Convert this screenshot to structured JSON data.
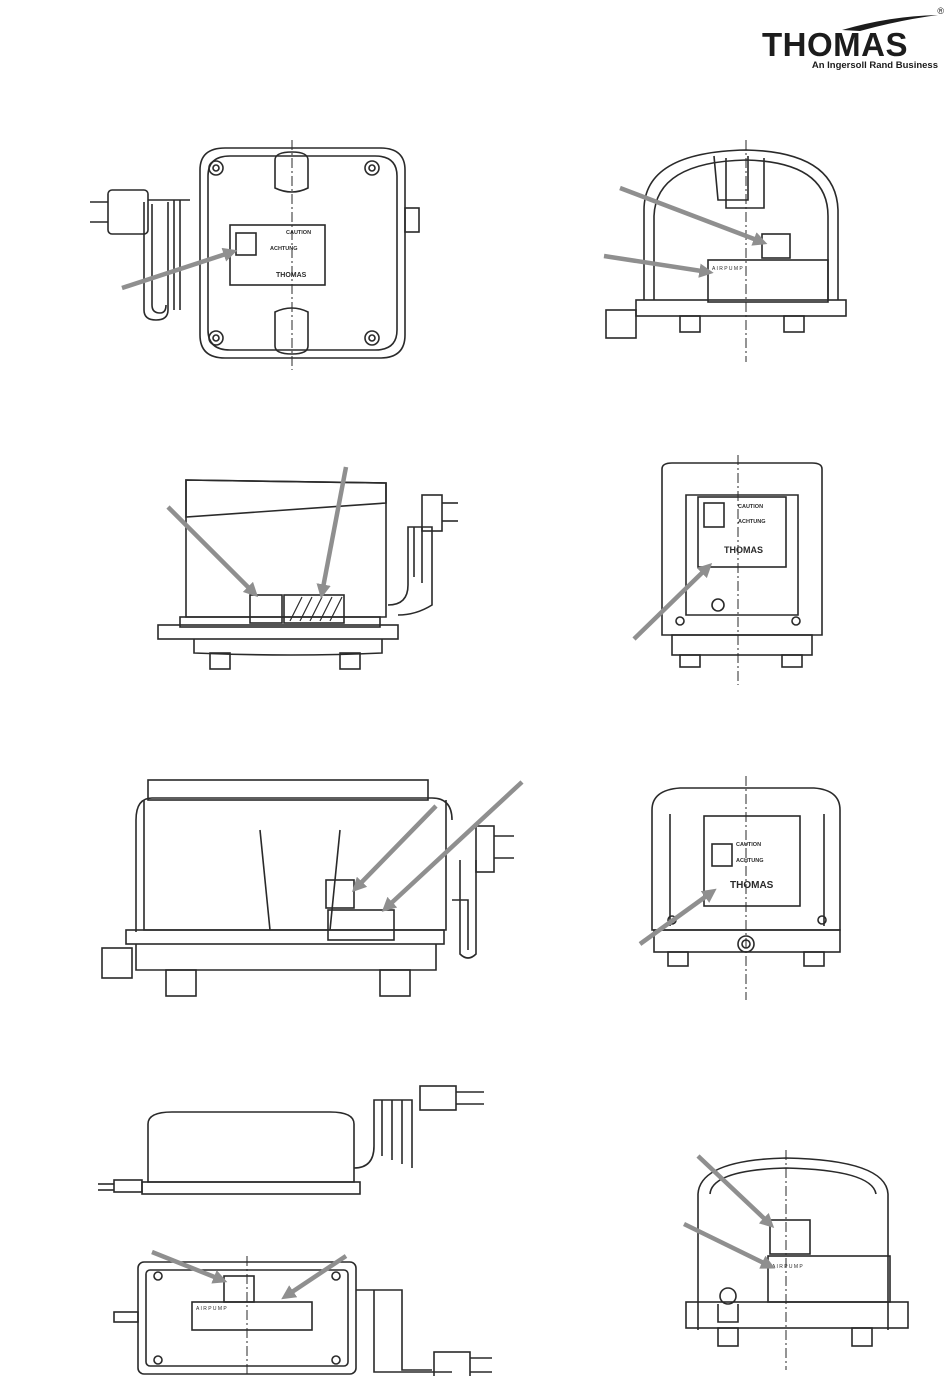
{
  "brand": {
    "name": "THOMAS",
    "tagline": "An Ingersoll Rand Business",
    "registered_mark": "®"
  },
  "label_text": {
    "caution": "CAUTION",
    "achtung": "ACHTUNG",
    "brand": "THOMAS",
    "air_pump_short": "A I R P U M P"
  },
  "figures": [
    {
      "id": "fig-1",
      "subject": "pump-top-view-with-plug"
    },
    {
      "id": "fig-2",
      "subject": "pump-side-view-rating-plate"
    },
    {
      "id": "fig-3",
      "subject": "pump-side-view-weee-label"
    },
    {
      "id": "fig-4",
      "subject": "pump-front-view-caution-label"
    },
    {
      "id": "fig-5",
      "subject": "pump-long-side-view-labels"
    },
    {
      "id": "fig-6",
      "subject": "pump-front-view-caution-label-large"
    },
    {
      "id": "fig-7",
      "subject": "flat-pump-side-and-bottom-view"
    },
    {
      "id": "fig-8",
      "subject": "pump-end-view-rating-plate"
    }
  ],
  "colors": {
    "arrow": "#8f8f8f",
    "line": "#2a2a2a",
    "brand": "#1c1c1c"
  }
}
